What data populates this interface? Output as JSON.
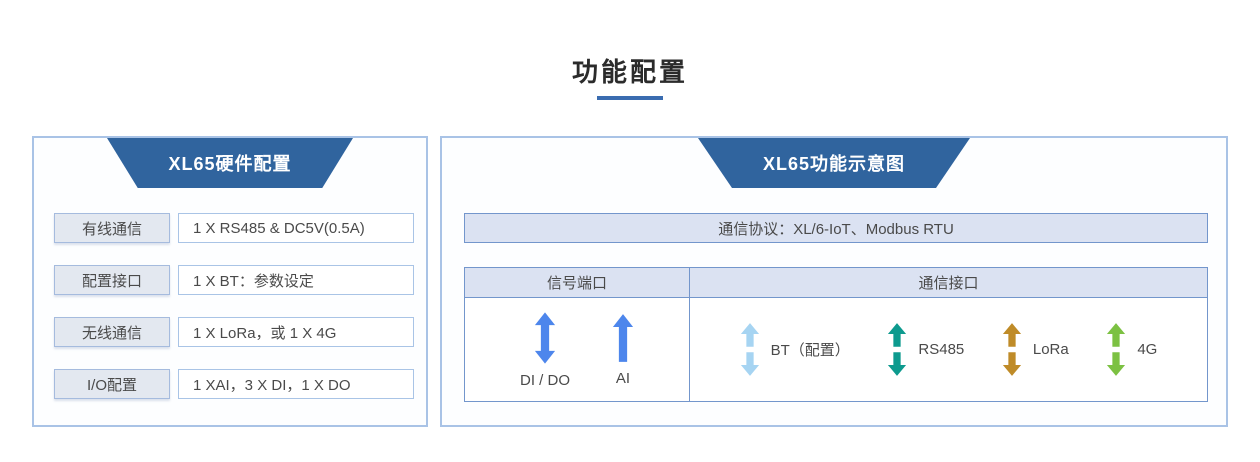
{
  "page": {
    "title": "功能配置"
  },
  "colors": {
    "header_blue": "#30649e",
    "underline_blue": "#3a6cb0",
    "panel_border": "#a9c3e6",
    "table_border": "#7396cc",
    "signal_arrow_blue": "#4d86ec"
  },
  "left_panel": {
    "title": "XL65硬件配置",
    "rows": [
      {
        "label": "有线通信",
        "value": "1 X RS485 & DC5V(0.5A)"
      },
      {
        "label": "配置接口",
        "value": "1 X BT：参数设定"
      },
      {
        "label": "无线通信",
        "value": "1 X LoRa，或 1 X 4G"
      },
      {
        "label": "I/O配置",
        "value": "1 XAI，3 X DI，1 X DO"
      }
    ]
  },
  "right_panel": {
    "title": "XL65功能示意图",
    "protocol_text": "通信协议：XL/6-IoT、Modbus RTU",
    "table": {
      "headers": {
        "signal": "信号端口",
        "comm": "通信接口"
      },
      "signal_items": [
        {
          "label": "DI / DO",
          "arrow": "double-arrow-solid",
          "color": "#4d86ec"
        },
        {
          "label": "AI",
          "arrow": "up-arrow",
          "color": "#4d86ec"
        }
      ],
      "comm_items": [
        {
          "label": "BT（配置）",
          "arrow": "split-double-arrow",
          "color": "#a6d4f2"
        },
        {
          "label": "RS485",
          "arrow": "split-double-arrow",
          "color": "#0d9a8e"
        },
        {
          "label": "LoRa",
          "arrow": "split-double-arrow",
          "color": "#bf8b28"
        },
        {
          "label": "4G",
          "arrow": "split-double-arrow",
          "color": "#7cc142"
        }
      ]
    }
  }
}
